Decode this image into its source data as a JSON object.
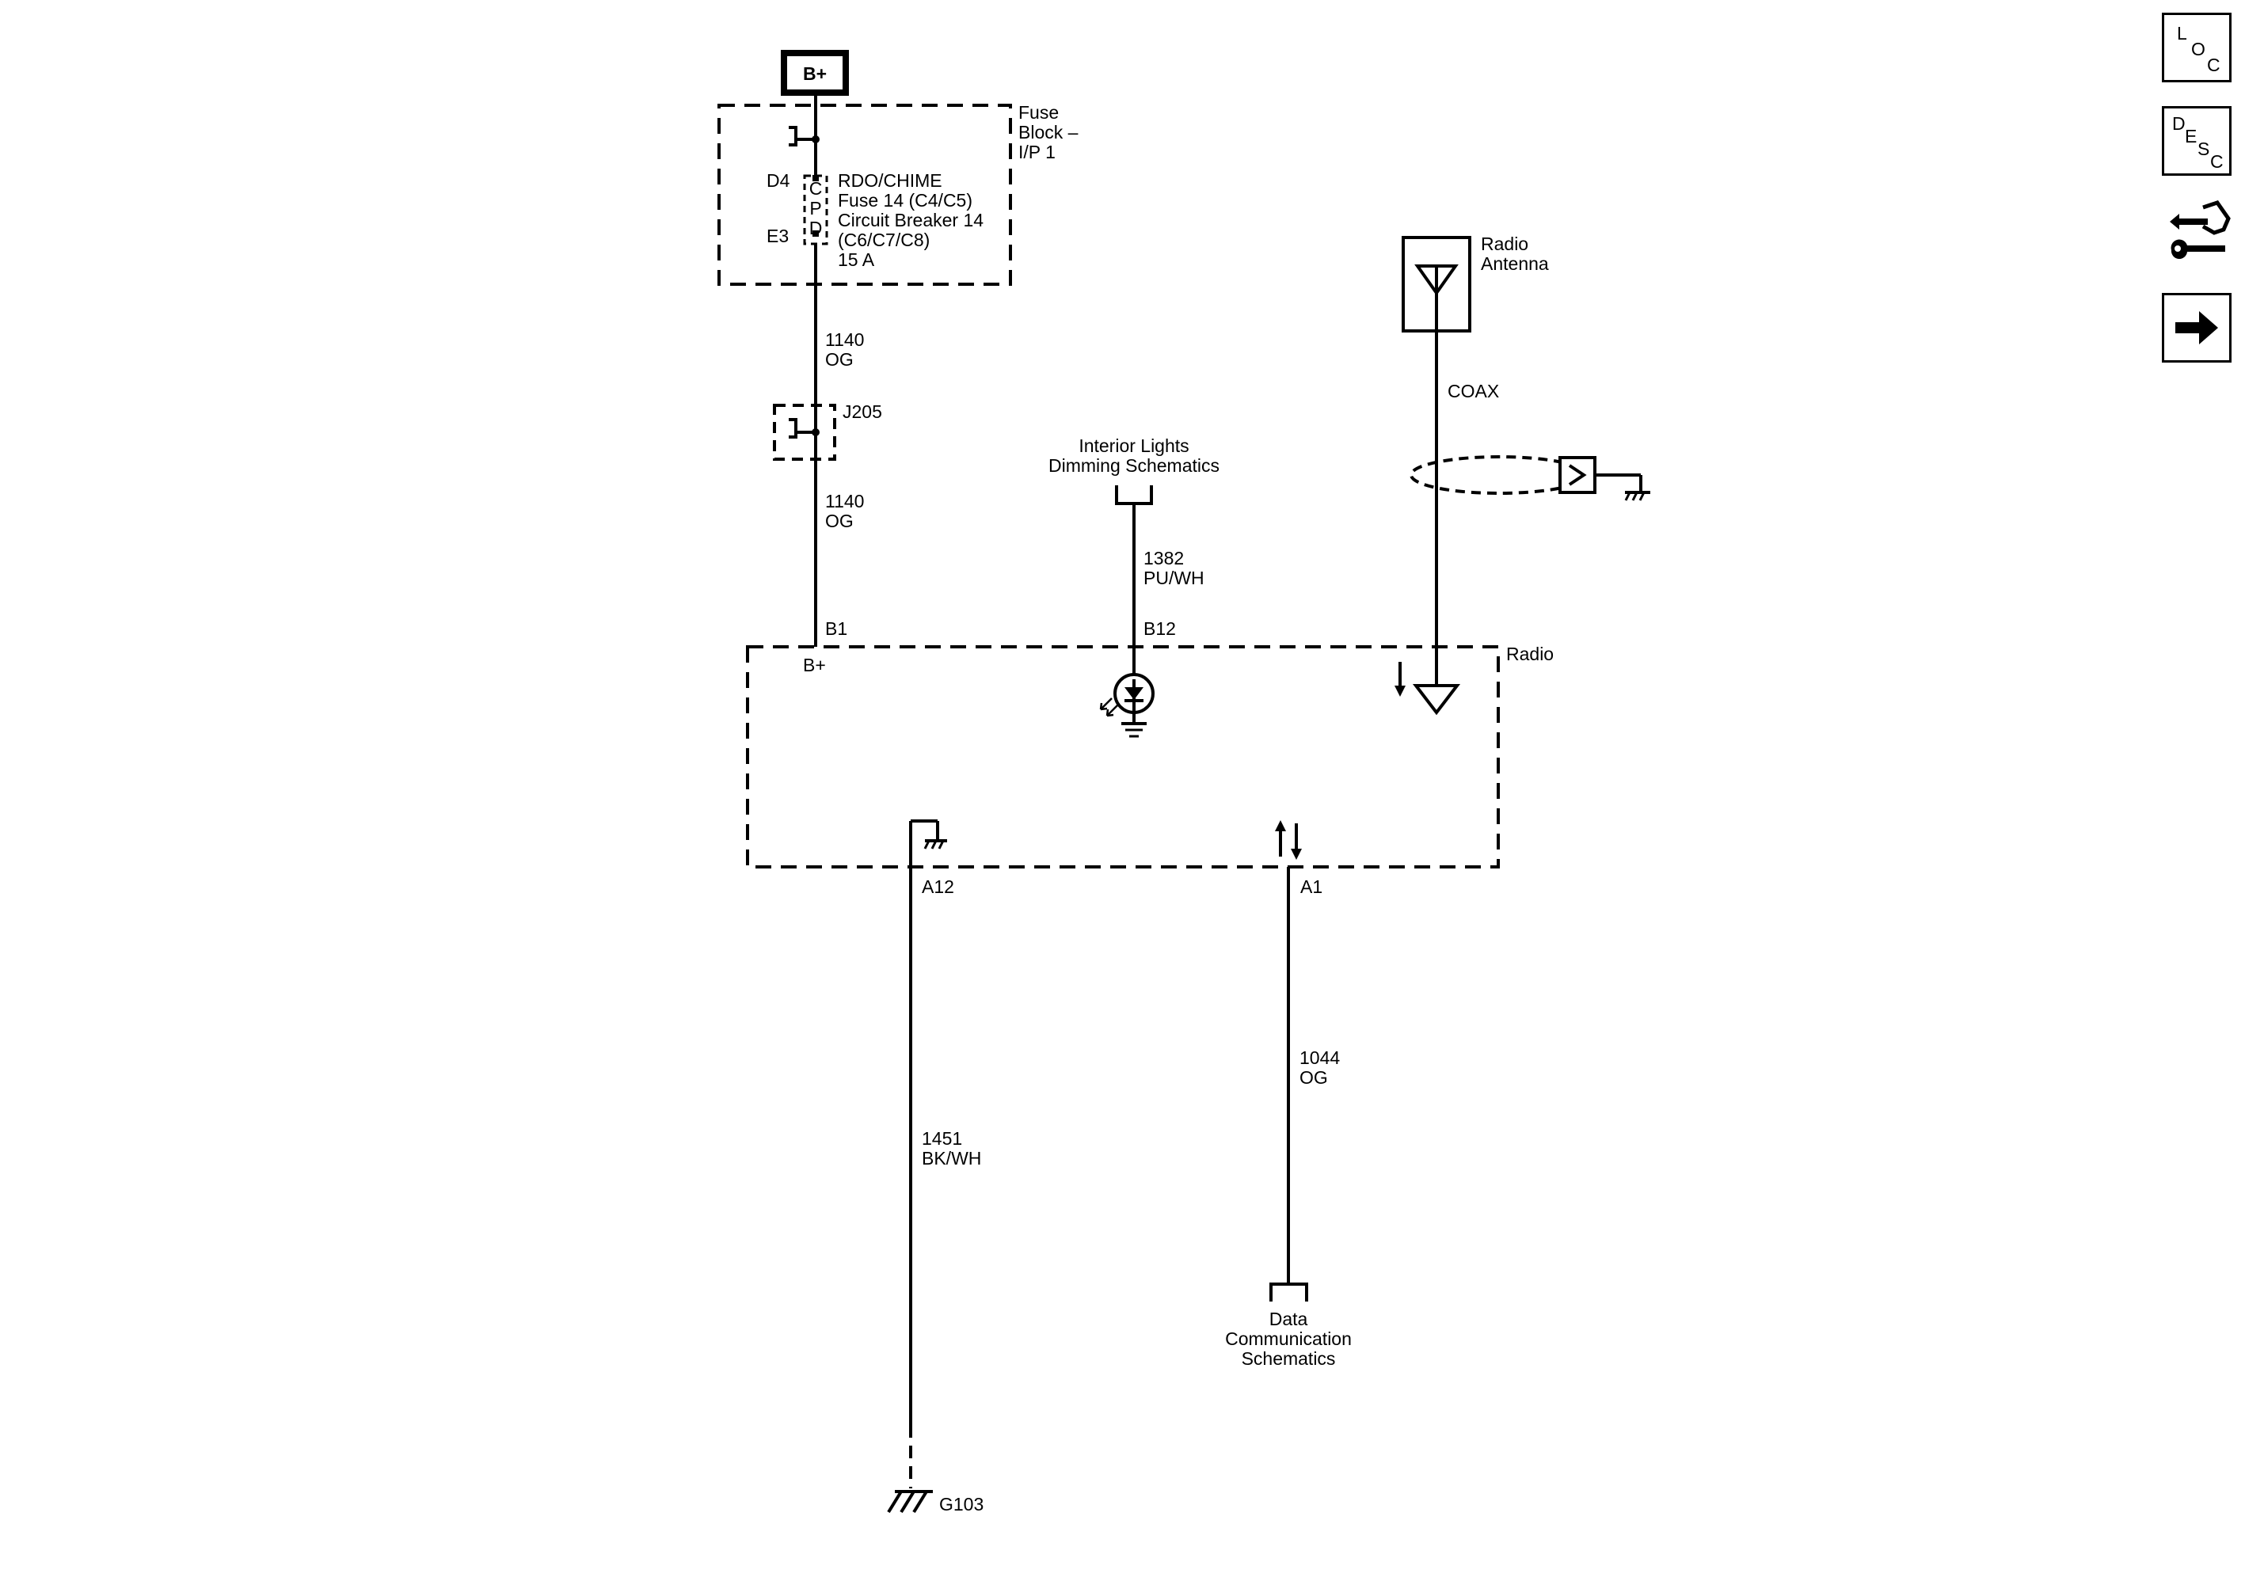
{
  "nav": {
    "loc": {
      "c1": "L",
      "c2": "O",
      "c3": "C"
    },
    "desc": {
      "c1": "D",
      "c2": "E",
      "c3": "S",
      "c4": "C"
    }
  },
  "power": {
    "label": "B+"
  },
  "fuse_block": {
    "name_line1": "Fuse",
    "name_line2": "Block –",
    "name_line3": "I/P 1",
    "pin_top": "D4",
    "pin_bottom": "E3",
    "cpd_c": "C",
    "cpd_p": "P",
    "cpd_d": "D",
    "desc_line1": "RDO/CHIME",
    "desc_line2": "Fuse 14 (C4/C5)",
    "desc_line3": "Circuit Breaker 14",
    "desc_line4": "(C6/C7/C8)",
    "desc_line5": "15 A"
  },
  "wires": {
    "w1140a": {
      "num": "1140",
      "color": "OG"
    },
    "w1140b": {
      "num": "1140",
      "color": "OG"
    },
    "w1382": {
      "num": "1382",
      "color": "PU/WH"
    },
    "w1451": {
      "num": "1451",
      "color": "BK/WH"
    },
    "w1044": {
      "num": "1044",
      "color": "OG"
    },
    "coax": {
      "label": "COAX"
    }
  },
  "splice": {
    "label": "J205"
  },
  "interior_lights": {
    "line1": "Interior Lights",
    "line2": "Dimming Schematics"
  },
  "antenna": {
    "line1": "Radio",
    "line2": "Antenna"
  },
  "radio": {
    "label": "Radio",
    "pin_b1": "B1",
    "pin_b12": "B12",
    "pin_a12": "A12",
    "pin_a1": "A1",
    "bplus": "B+"
  },
  "data_comm": {
    "line1": "Data",
    "line2": "Communication",
    "line3": "Schematics"
  },
  "ground": {
    "label": "G103"
  }
}
